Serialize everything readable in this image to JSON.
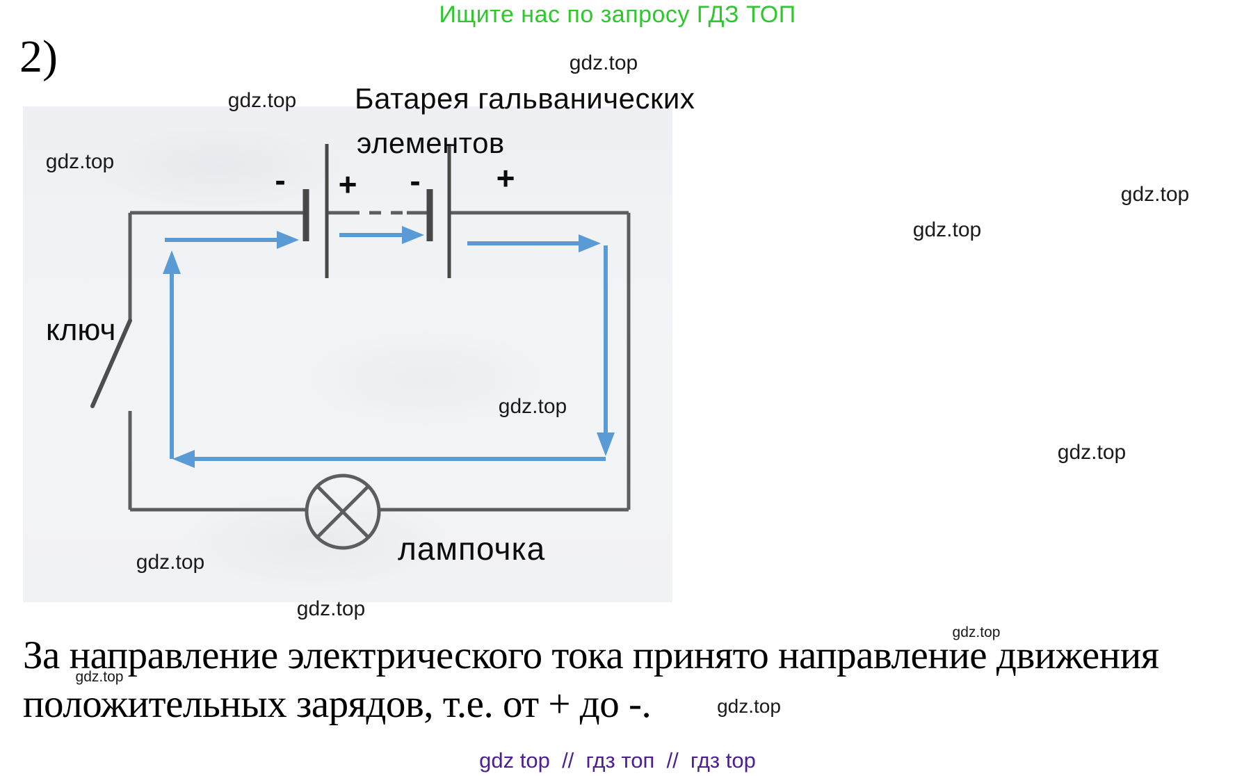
{
  "header": {
    "promo": "Ищите нас по запросу ГДЗ ТОП"
  },
  "exercise_number": "2)",
  "watermark": {
    "text": "gdz.top"
  },
  "diagram": {
    "battery_label_line1": "Батарея гальванических",
    "battery_label_line2": "элементов",
    "switch_label": "ключ",
    "lamp_label": "лампочка",
    "polarity": {
      "minus1": "-",
      "plus1": "+",
      "minus2": "-",
      "plus2": "+"
    }
  },
  "paragraph": {
    "line1": "За направление электрического тока принято направление движения",
    "line2": "положительных зарядов, т.е. от + до -."
  },
  "footer": {
    "text": "gdz top  //  гдз топ  //  гдз top"
  },
  "colors": {
    "wire": "#5b5e61",
    "arrow": "#5b9bd5",
    "promo_green": "#2ec82e",
    "footer_purple": "#4b2191"
  }
}
